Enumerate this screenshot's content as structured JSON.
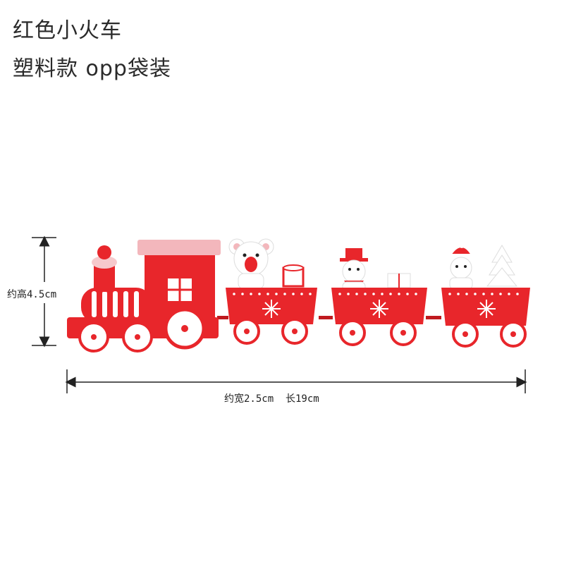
{
  "title_line1": "红色小火车",
  "title_line2": "塑料款 opp袋装",
  "height_label": "约高4.5cm",
  "width_length_label": "约宽2.5cm  长19cm",
  "colors": {
    "train_red": "#e8262b",
    "white": "#ffffff",
    "arrow": "#222222"
  }
}
